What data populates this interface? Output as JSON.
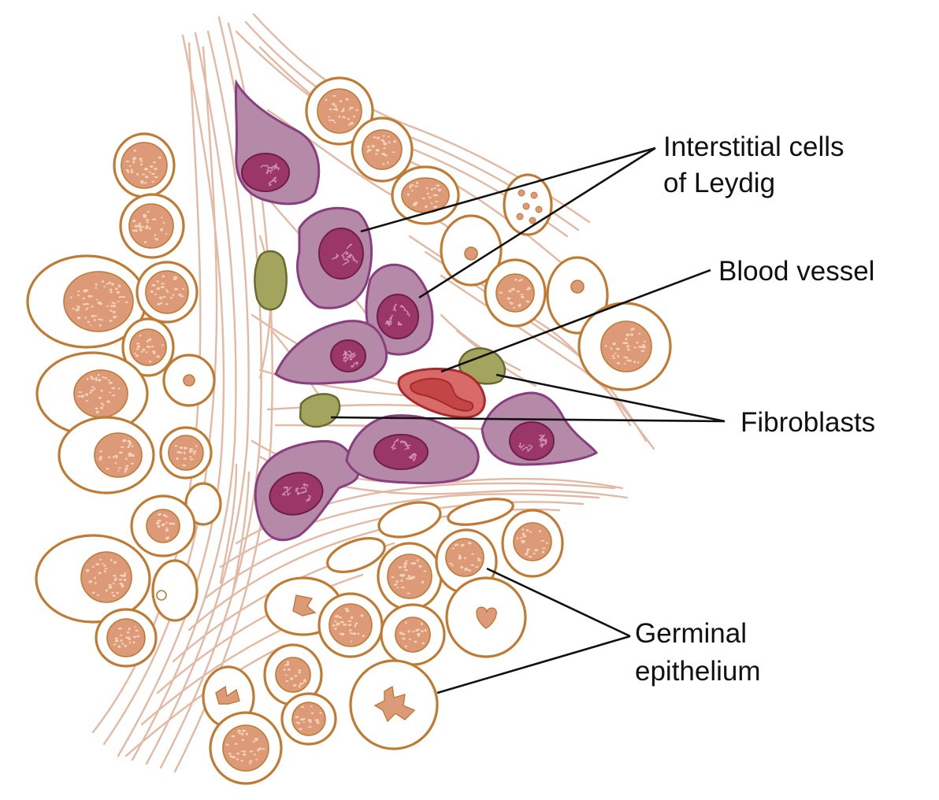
{
  "labels": {
    "leydig_line1": "Interstitial cells",
    "leydig_line2": "of Leydig",
    "blood_vessel": "Blood vessel",
    "fibroblasts": "Fibroblasts",
    "germinal_line1": "Germinal",
    "germinal_line2": "epithelium"
  },
  "colors": {
    "cell_outline": "#c07a32",
    "nucleus_fill": "#dc9a78",
    "nucleus_speckle": "#f4d2b6",
    "fiber": "#e3b9a4",
    "leydig_fill": "#b58aa8",
    "leydig_outline": "#8a3d7f",
    "leydig_nucleus": "#9b3768",
    "fibroblast_fill": "#a3a45e",
    "fibroblast_outline": "#6a6a30",
    "blood_fill": "#d86a6a",
    "blood_outline": "#a82a2a",
    "leader_line": "#111111"
  }
}
